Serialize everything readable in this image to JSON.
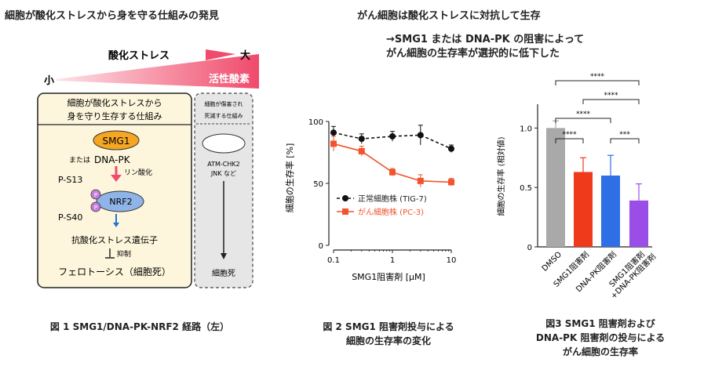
{
  "header_left": "細胞が酸化ストレスから身を守る仕組みの発見",
  "header_right": "がん細胞は酸化ストレスに対抗して生存",
  "subheader_line1": "→SMG1 または DNA-PK の阻害によって",
  "subheader_line2": "がん細胞の生存率が選択的に低下した",
  "diagram": {
    "stress_label": "酸化ストレス",
    "small_label": "小",
    "large_label": "大",
    "ros_label": "活性酸素",
    "box_left_title1": "細胞が酸化ストレスから",
    "box_left_title2": "身を守り生存する仕組み",
    "box_right_title1": "細胞が傷害され",
    "box_right_title2": "死滅する仕組み",
    "smg1": "SMG1",
    "mataha": "または",
    "dnapk": "DNA-PK",
    "phospho": "リン酸化",
    "ps13": "P-S13",
    "nrf2": "NRF2",
    "ps40": "P-S40",
    "p": "P",
    "antioxidant": "抗酸化ストレス遺伝子",
    "inhibit": "抑制",
    "ferroptosis": "フェロトーシス（細胞死）",
    "atm1": "ATM-CHK2",
    "atm2": "JNK など",
    "celldeath": "細胞死",
    "colors": {
      "pink": "#f04a6c",
      "box_fill": "#fdf6dc",
      "smg1_fill": "#f5a623",
      "nrf2_fill": "#8fb4e8",
      "p_fill": "#c77ddb"
    }
  },
  "fig2": {
    "ylabel": "細胞の生存率 [%]",
    "xlabel": "SMG1阻害剤 [μM]",
    "yticks": [
      "0",
      "50",
      "100"
    ],
    "xticks": [
      "0.1",
      "1",
      "10"
    ]
  },
  "fig3": {
    "ylabel": "細胞の生存率 (相対値)",
    "yticks": [
      "0",
      "0.5",
      "1.0"
    ],
    "sig": [
      "****",
      "****",
      "****",
      "****",
      "***"
    ]
  },
  "chart_data": [
    {
      "type": "line",
      "xlabel": "SMG1阻害剤 [μM]",
      "ylabel": "細胞の生存率 [%]",
      "xscale": "log",
      "xlim": [
        0.1,
        10
      ],
      "ylim": [
        0,
        100
      ],
      "x": [
        0.1,
        0.3,
        1,
        3,
        10
      ],
      "legend_position": "lower-left",
      "series": [
        {
          "name": "正常細胞株 (TIG-7)",
          "color": "#111111",
          "values": [
            91,
            86,
            88,
            89,
            78
          ],
          "err": [
            5,
            4,
            4,
            8,
            3
          ]
        },
        {
          "name": "がん細胞株 (PC-3)",
          "color": "#f2542d",
          "values": [
            82,
            76,
            59,
            52,
            51
          ],
          "err": [
            6,
            4,
            3,
            5,
            3
          ]
        }
      ]
    },
    {
      "type": "bar",
      "ylabel": "細胞の生存率 (相対値)",
      "ylim": [
        0,
        1.2
      ],
      "categories": [
        "DMSO",
        "SMG1阻害剤",
        "DNA-PK阻害剤",
        "SMG1阻害剤\n+DNA-PK阻害剤"
      ],
      "values": [
        1.0,
        0.63,
        0.6,
        0.39
      ],
      "err": [
        0.06,
        0.12,
        0.17,
        0.14
      ],
      "colors": [
        "#a9a9a9",
        "#f03a1c",
        "#2f6fe5",
        "#9b4de8"
      ]
    }
  ],
  "captions": {
    "fig1": "図 1 SMG1/DNA-PK-NRF2 経路（左）",
    "fig2_l1": "図 2 SMG1 阻害剤投与による",
    "fig2_l2": "細胞の生存率の変化",
    "fig3_l1": "図3 SMG1 阻害剤および",
    "fig3_l2": "DNA-PK 阻害剤の投与による",
    "fig3_l3": "がん細胞の生存率"
  }
}
